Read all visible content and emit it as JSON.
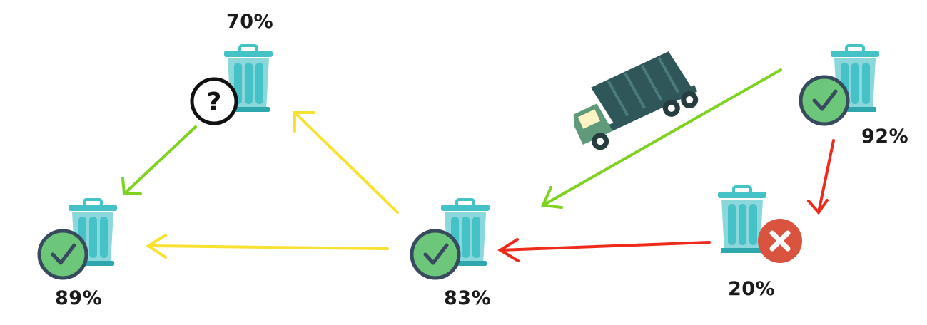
{
  "bins": [
    {
      "id": "top",
      "fill_label": "70%",
      "status": "unknown"
    },
    {
      "id": "left",
      "fill_label": "89%",
      "status": "ok"
    },
    {
      "id": "center",
      "fill_label": "83%",
      "status": "ok"
    },
    {
      "id": "right-top",
      "fill_label": "92%",
      "status": "ok"
    },
    {
      "id": "right-bottom",
      "fill_label": "20%",
      "status": "error"
    }
  ],
  "status_symbols": {
    "unknown": "?"
  },
  "colors": {
    "bin_main": "#45c1c8",
    "bin_light": "#8ad8dc",
    "bin_dark": "#2fa7ae",
    "ok_badge": "#6cc77a",
    "ok_badge_border": "#374a5e",
    "error_badge": "#d9533f",
    "arrow_green": "#7ed321",
    "arrow_yellow": "#f8e12f",
    "arrow_red": "#f02a1b",
    "truck_body": "#2f5658",
    "truck_cab": "#5f9a7b"
  }
}
